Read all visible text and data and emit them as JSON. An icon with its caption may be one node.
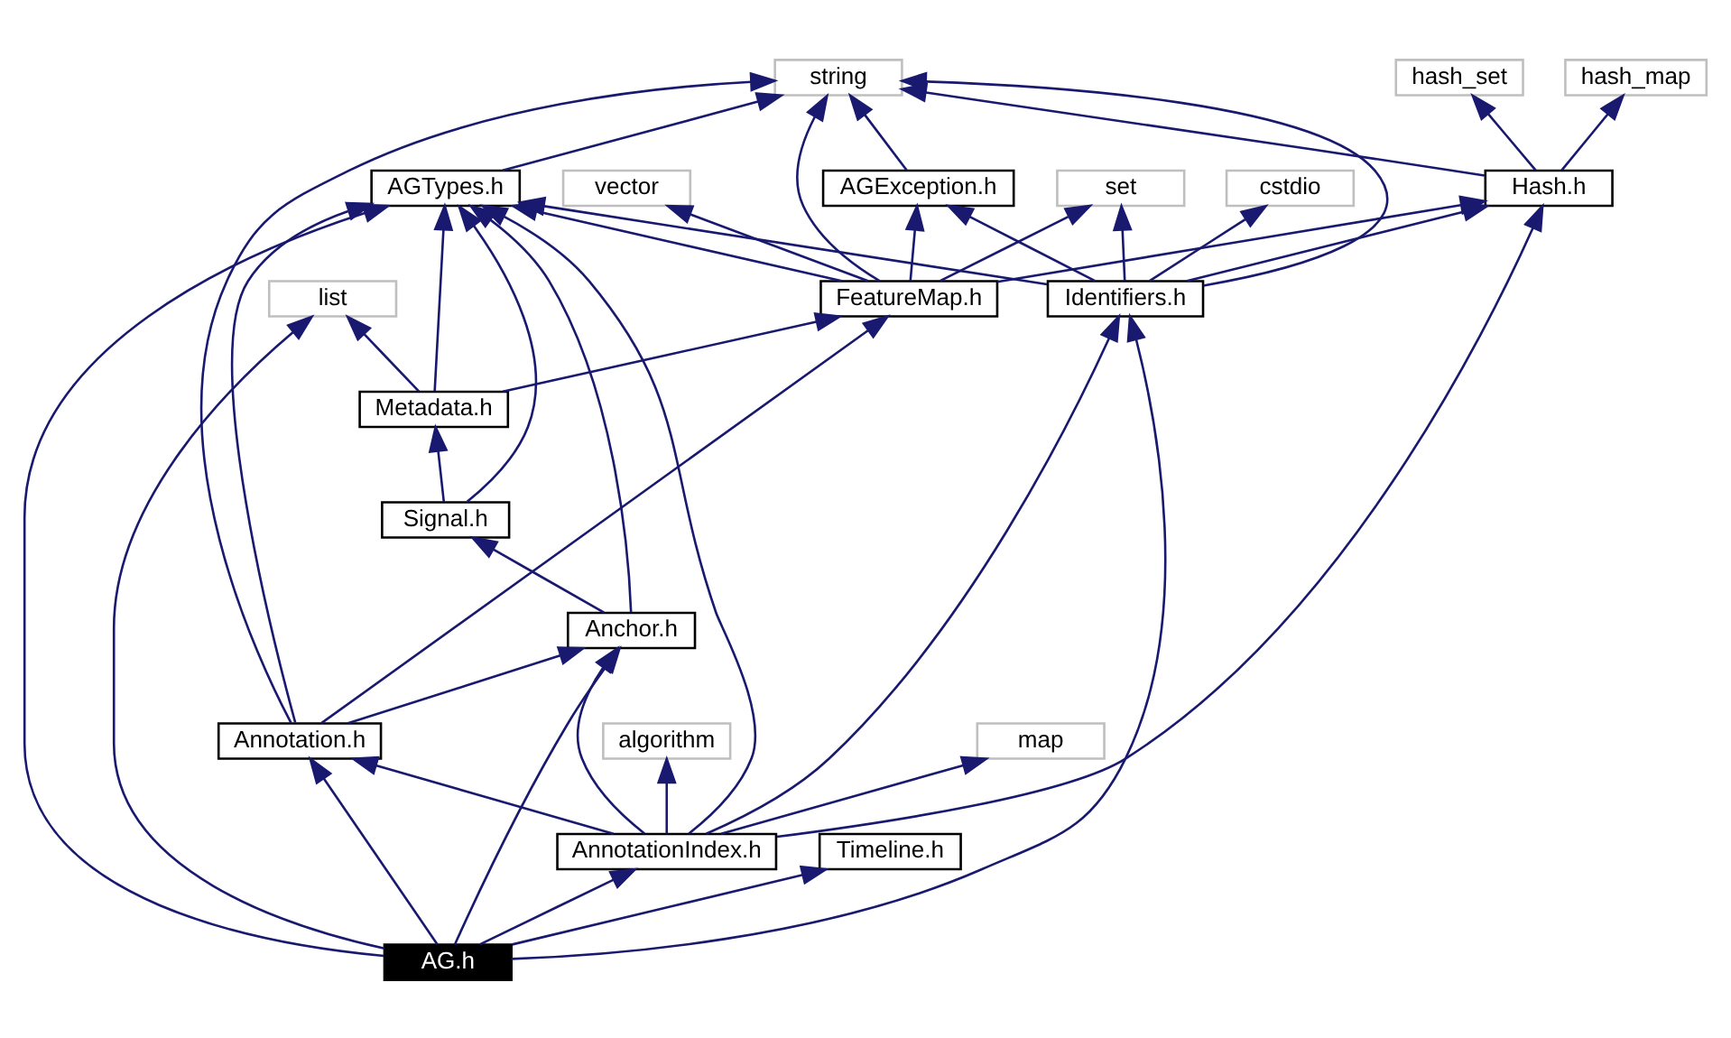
{
  "diagram": {
    "nodes": [
      {
        "text": [
          "string"
        ]
      },
      {
        "text": [
          "hash_map"
        ]
      },
      {
        "text": [
          "hash_set"
        ]
      },
      {
        "text": [
          "AGTypes.h"
        ]
      },
      {
        "text": [
          "vector"
        ]
      },
      {
        "text": [
          "set"
        ]
      },
      {
        "text": [
          "AGException.h"
        ]
      },
      {
        "text": [
          "cstdio"
        ]
      },
      {
        "text": [
          "Hash.h"
        ]
      },
      {
        "text": [
          "list"
        ]
      },
      {
        "text": [
          "FeatureMap.h"
        ]
      },
      {
        "text": [
          "Identifiers.h"
        ]
      },
      {
        "text": [
          "Metadata.h"
        ]
      },
      {
        "text": [
          "Signal.h"
        ]
      },
      {
        "text": [
          "Anchor.h"
        ]
      },
      {
        "text": [
          "Annotation.h"
        ]
      },
      {
        "text": [
          "map"
        ]
      },
      {
        "text": [
          "algorithm"
        ]
      },
      {
        "text": [
          "Timeline.h"
        ]
      },
      {
        "text": [
          "AnnotationIndex.h"
        ]
      },
      {
        "text": [
          "AG.h"
        ]
      }
    ],
    "edges": [
      {
        "from": 3,
        "to": 0,
        "arrow": "to"
      },
      {
        "from": 6,
        "to": 0,
        "arrow": "to"
      },
      {
        "from": 8,
        "to": 0,
        "arrow": "to"
      },
      {
        "from": 8,
        "to": 1,
        "arrow": "to"
      },
      {
        "from": 8,
        "to": 2,
        "arrow": "to"
      },
      {
        "from": 10,
        "to": 0,
        "arrow": "to"
      },
      {
        "from": 10,
        "to": 3,
        "arrow": "to"
      },
      {
        "from": 10,
        "to": 4,
        "arrow": "to"
      },
      {
        "from": 10,
        "to": 5,
        "arrow": "to"
      },
      {
        "from": 10,
        "to": 6,
        "arrow": "to"
      },
      {
        "from": 10,
        "to": 8,
        "arrow": "to"
      },
      {
        "from": 11,
        "to": 0,
        "arrow": "to"
      },
      {
        "from": 11,
        "to": 3,
        "arrow": "to"
      },
      {
        "from": 11,
        "to": 5,
        "arrow": "to"
      },
      {
        "from": 11,
        "to": 6,
        "arrow": "to"
      },
      {
        "from": 11,
        "to": 7,
        "arrow": "to"
      },
      {
        "from": 11,
        "to": 8,
        "arrow": "to"
      },
      {
        "from": 12,
        "to": 3,
        "arrow": "to"
      },
      {
        "from": 12,
        "to": 9,
        "arrow": "to"
      },
      {
        "from": 12,
        "to": 10,
        "arrow": "to"
      },
      {
        "from": 13,
        "to": 12,
        "arrow": "to"
      },
      {
        "from": 13,
        "to": 3,
        "arrow": "to"
      },
      {
        "from": 14,
        "to": 13,
        "arrow": "to"
      },
      {
        "from": 14,
        "to": 3,
        "arrow": "to"
      },
      {
        "from": 15,
        "to": 0,
        "arrow": "to"
      },
      {
        "from": 15,
        "to": 3,
        "arrow": "to"
      },
      {
        "from": 15,
        "to": 14,
        "arrow": "to"
      },
      {
        "from": 15,
        "to": 10,
        "arrow": "to"
      },
      {
        "from": 19,
        "to": 15,
        "arrow": "to"
      },
      {
        "from": 19,
        "to": 16,
        "arrow": "to"
      },
      {
        "from": 19,
        "to": 17,
        "arrow": "to"
      },
      {
        "from": 19,
        "to": 14,
        "arrow": "to"
      },
      {
        "from": 19,
        "to": 3,
        "arrow": "to"
      },
      {
        "from": 19,
        "to": 11,
        "arrow": "to"
      },
      {
        "from": 19,
        "to": 8,
        "arrow": "to"
      },
      {
        "from": 20,
        "to": 18,
        "arrow": "to"
      },
      {
        "from": 20,
        "to": 3,
        "arrow": "to"
      },
      {
        "from": 20,
        "to": 9,
        "arrow": "to"
      },
      {
        "from": 20,
        "to": 15,
        "arrow": "to"
      },
      {
        "from": 20,
        "to": 14,
        "arrow": "to"
      },
      {
        "from": 20,
        "to": 19,
        "arrow": "to"
      },
      {
        "from": 20,
        "to": 11,
        "arrow": "to"
      }
    ]
  }
}
